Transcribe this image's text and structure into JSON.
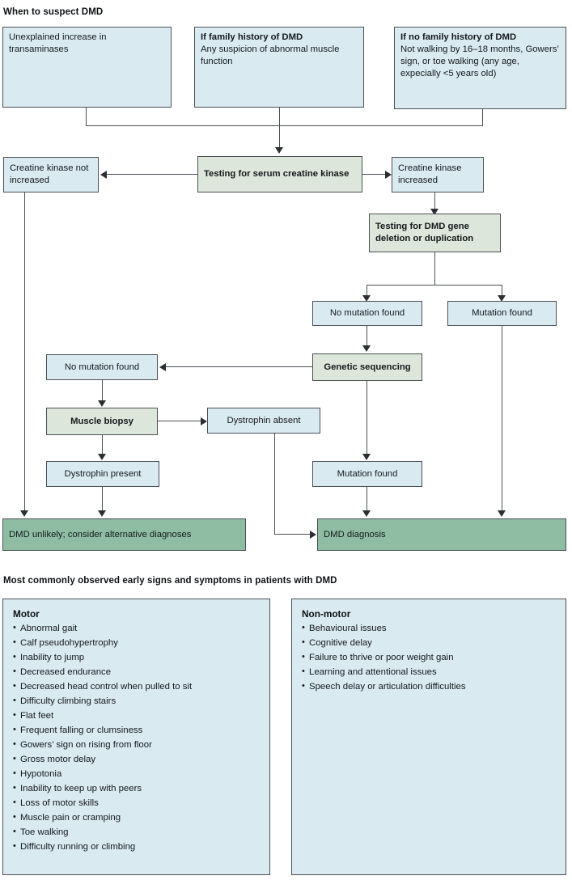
{
  "sections": {
    "flowchart_title": "When to suspect DMD",
    "symptoms_title": "Most commonly observed early signs and symptoms in patients with DMD"
  },
  "colors": {
    "blue_fill": "#daeaf1",
    "green_fill": "#dde6da",
    "result_fill": "#8fbda4",
    "border": "#4b5055",
    "text": "#14191d"
  },
  "flowchart": {
    "type": "diagram",
    "entry_boxes": [
      {
        "id": "unexplained-transaminases",
        "heading": "",
        "body": "Unexplained increase in transaminases",
        "fill": "blue"
      },
      {
        "id": "family-history",
        "heading": "If family history of DMD",
        "body": "Any suspicion of abnormal muscle function",
        "fill": "blue"
      },
      {
        "id": "no-family-history",
        "heading": "If no family history of DMD",
        "body": "Not walking by 16–18 months, Gowers’ sign, or toe walking (any age, expecially <5 years old)",
        "fill": "blue"
      }
    ],
    "nodes": [
      {
        "id": "ck-not-increased",
        "label": "Creatine kinase not increased",
        "fill": "blue",
        "bold": false
      },
      {
        "id": "testing-serum-ck",
        "label": "Testing for serum creatine kinase",
        "fill": "green",
        "bold": true
      },
      {
        "id": "ck-increased",
        "label": "Creatine kinase increased",
        "fill": "blue",
        "bold": false
      },
      {
        "id": "testing-dmd-gene",
        "label": "Testing for DMD gene deletion or duplication",
        "fill": "green",
        "bold": true
      },
      {
        "id": "no-mutation-found-1",
        "label": "No mutation found",
        "fill": "blue",
        "bold": false
      },
      {
        "id": "mutation-found-1",
        "label": "Mutation found",
        "fill": "blue",
        "bold": false
      },
      {
        "id": "no-mutation-found-2",
        "label": "No mutation found",
        "fill": "blue",
        "bold": false
      },
      {
        "id": "genetic-sequencing",
        "label": "Genetic sequencing",
        "fill": "green",
        "bold": true
      },
      {
        "id": "muscle-biopsy",
        "label": "Muscle biopsy",
        "fill": "green",
        "bold": true
      },
      {
        "id": "dystrophin-absent",
        "label": "Dystrophin absent",
        "fill": "blue",
        "bold": false
      },
      {
        "id": "dystrophin-present",
        "label": "Dystrophin present",
        "fill": "blue",
        "bold": false
      },
      {
        "id": "mutation-found-2",
        "label": "Mutation found",
        "fill": "blue",
        "bold": false
      },
      {
        "id": "dmd-unlikely",
        "label": "DMD unlikely; consider alternative diagnoses",
        "fill": "result",
        "bold": false
      },
      {
        "id": "dmd-diagnosis",
        "label": "DMD diagnosis",
        "fill": "result",
        "bold": false
      }
    ]
  },
  "symptoms": {
    "motor": {
      "heading": "Motor",
      "items": [
        "Abnormal gait",
        "Calf pseudohypertrophy",
        "Inability to jump",
        "Decreased endurance",
        "Decreased head control when pulled to sit",
        "Difficulty climbing stairs",
        "Flat feet",
        "Frequent falling or clumsiness",
        "Gowers’ sign on rising from floor",
        "Gross motor delay",
        "Hypotonia",
        "Inability to keep up with peers",
        "Loss of motor skills",
        "Muscle pain or cramping",
        "Toe walking",
        "Difficulty running or climbing"
      ]
    },
    "non_motor": {
      "heading": "Non-motor",
      "items": [
        "Behavioural issues",
        "Cognitive delay",
        "Failure to thrive or poor weight gain",
        "Learning and attentional issues",
        "Speech delay or articulation difficulties"
      ]
    }
  }
}
